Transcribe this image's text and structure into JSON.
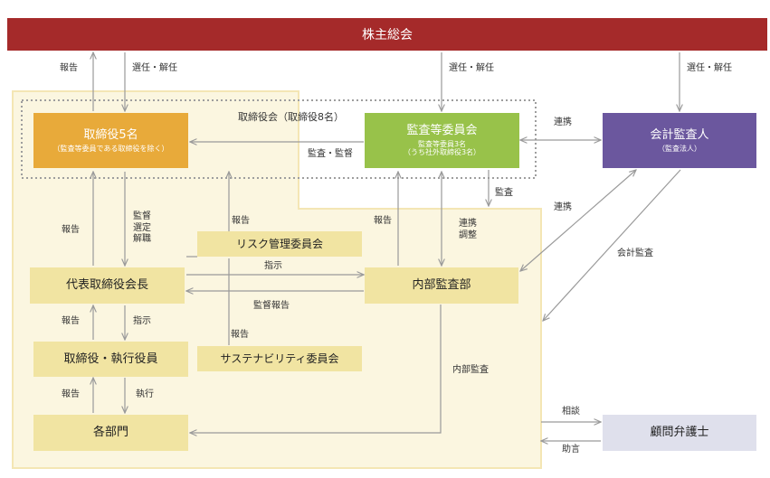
{
  "colors": {
    "shareholders_bar": "#a52a2a",
    "directors": "#e8aa3a",
    "audit_committee": "#98c24a",
    "accounting_auditor": "#6b579e",
    "light_box": "#f1e4a2",
    "zone": "#fbf6e0",
    "zone_border": "#f4e6b4",
    "advisor_box": "#dfe0ec",
    "arrow": "#9a9a9a",
    "dotted_border": "#9e9e9e"
  },
  "shareholders_meeting": "株主総会",
  "board_label": "取締役会（取締役8名）",
  "directors": {
    "title": "取締役5名",
    "subtitle": "（監査等委員である取締役を除く）"
  },
  "audit_committee": {
    "title": "監査等委員会",
    "line1": "監査等委員3名",
    "line2": "（うち社外取締役3名）"
  },
  "accounting_auditor": {
    "title": "会計監査人",
    "subtitle": "（監査法人）"
  },
  "risk_committee": "リスク管理委員会",
  "president": "代表取締役会長",
  "internal_audit_dept": "内部監査部",
  "executives": "取締役・執行役員",
  "sustainability_committee": "サステナビリティ委員会",
  "departments": "各部門",
  "legal_advisor": "顧問弁護士",
  "labels": {
    "report_to_shareholders": "報告",
    "elect_dismiss_directors": "選任・解任",
    "elect_dismiss_audit": "選任・解任",
    "elect_dismiss_auditor": "選任・解任",
    "coordination_top": "連携",
    "audit_supervise": "監査・監督",
    "audit_down": "監査",
    "coordination_right": "連携",
    "accounting_audit": "会計監査",
    "report_president_board": "報告",
    "supervise_stack": "監督\n選定\n解職",
    "report_risk": "報告",
    "report_internal_audit": "報告",
    "coordinate_adjust": "連携\n調整",
    "instruction_to_audit": "指示",
    "supervisory_report": "監督報告",
    "report_exec": "報告",
    "instruction_exec": "指示",
    "report_sustainability": "報告",
    "internal_audit": "内部監査",
    "report_dept": "報告",
    "execution": "執行",
    "consultation": "相談",
    "advice": "助言"
  }
}
